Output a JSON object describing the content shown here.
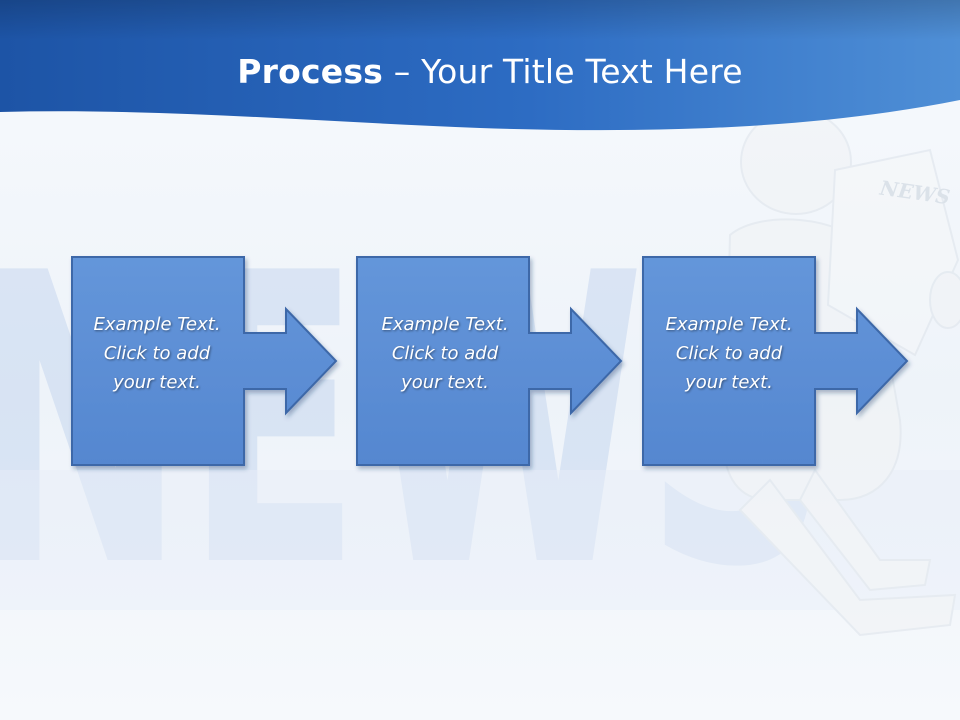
{
  "slide": {
    "title_bold": "Process",
    "title_rest": " – Your Title Text Here"
  },
  "steps": [
    {
      "lines": [
        "Example Text.",
        "Click  to add",
        "your text."
      ]
    },
    {
      "lines": [
        "Example Text.",
        "Click  to add",
        "your text."
      ]
    },
    {
      "lines": [
        "Example Text.",
        "Click  to add",
        "your text."
      ]
    }
  ],
  "background": {
    "word": "NEWS",
    "newspaper_text": "NEWS"
  },
  "colors": {
    "header_dark": "#1f56a8",
    "header_light": "#3a7fd0",
    "box_fill": "#5b8fd6",
    "box_stroke": "#3d67a8"
  }
}
